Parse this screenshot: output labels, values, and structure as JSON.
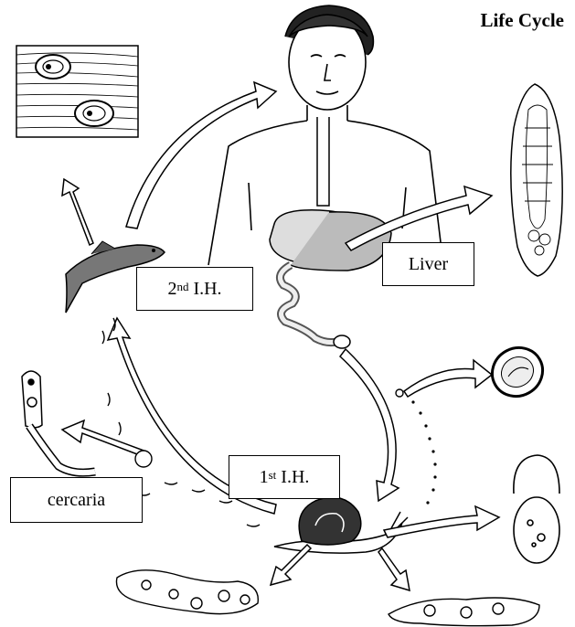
{
  "title": "Life Cycle",
  "labels": {
    "second_ih": {
      "ordinal": "2",
      "suffix": "nd",
      "text": " I.H."
    },
    "liver": "Liver",
    "first_ih": {
      "ordinal": "1",
      "suffix": "st",
      "text": " I.H."
    },
    "cercaria": "cercaria"
  },
  "icons": [
    "human-figure-illustration",
    "adult-fluke-illustration",
    "egg-illustration",
    "miracidium-illustration",
    "snail-illustration",
    "sporocyst-redia-illustration",
    "cercaria-illustration",
    "fish-illustration",
    "fish-muscle-cyst-illustration"
  ]
}
